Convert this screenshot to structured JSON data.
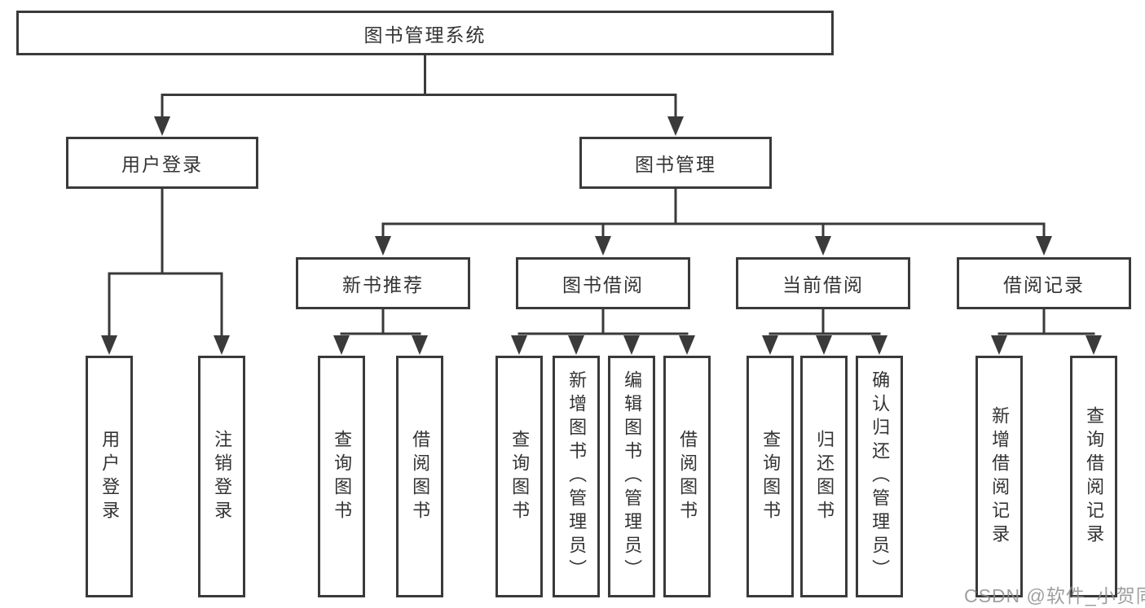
{
  "colors": {
    "line": "#3a3a3a",
    "text": "#333333",
    "watermark": "#8f8f8f",
    "background": "#ffffff"
  },
  "watermark": {
    "text": "CSDN @软件_小贺同学"
  },
  "tree": {
    "label": "图书管理系统",
    "children": [
      {
        "label": "用户登录",
        "children": [
          {
            "label": "用户登录"
          },
          {
            "label": "注销登录"
          }
        ]
      },
      {
        "label": "图书管理",
        "children": [
          {
            "label": "新书推荐",
            "children": [
              {
                "label": "查询图书"
              },
              {
                "label": "借阅图书"
              }
            ]
          },
          {
            "label": "图书借阅",
            "children": [
              {
                "label": "查询图书"
              },
              {
                "label": "新增图书（管理员）"
              },
              {
                "label": "编辑图书（管理员）"
              },
              {
                "label": "借阅图书"
              }
            ]
          },
          {
            "label": "当前借阅",
            "children": [
              {
                "label": "查询图书"
              },
              {
                "label": "归还图书"
              },
              {
                "label": "确认归还（管理员）"
              }
            ]
          },
          {
            "label": "借阅记录",
            "children": [
              {
                "label": "新增借阅记录"
              },
              {
                "label": "查询借阅记录"
              }
            ]
          }
        ]
      }
    ]
  }
}
